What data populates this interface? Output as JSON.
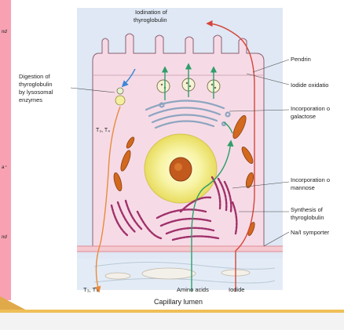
{
  "left_strip": {
    "fragments": [
      "nd",
      "a⁺",
      "nd"
    ]
  },
  "labels": {
    "iodination": [
      "Iodination of",
      "thyroglobulin"
    ],
    "pendrin": "Pendrin",
    "iodide_oxidation": "Iodide oxidatio",
    "galactose": [
      "Incorporation o",
      "galactose"
    ],
    "mannose": [
      "Incorporation o",
      "mannose"
    ],
    "synthesis": [
      "Synthesis of",
      "thyroglobulin"
    ],
    "symporter": "Na/I symporter",
    "digestion": [
      "Digestion of",
      "thyroglobulin",
      "by lysosomal",
      "enzymes"
    ],
    "t3t4_upper": "T₃, T₄",
    "t3t4_lower": "T₃, T₄",
    "amino_acids": "Amino acids",
    "iodide": "Iodide",
    "capillary": "Capillary lumen"
  },
  "colors": {
    "colloid": "#dfe8f4",
    "cell": "#f6dbe6",
    "secretion_arrow": "#2e9e6a",
    "iodide_arrow": "#d6453a",
    "hormone_arrow": "#e98a3c",
    "digest_arrow": "#3d86d6",
    "mitochondria": "#d2691e",
    "er": "#a0306a",
    "nucleus_halo": "#f3ee86",
    "nucleolus": "#c25a1e"
  }
}
